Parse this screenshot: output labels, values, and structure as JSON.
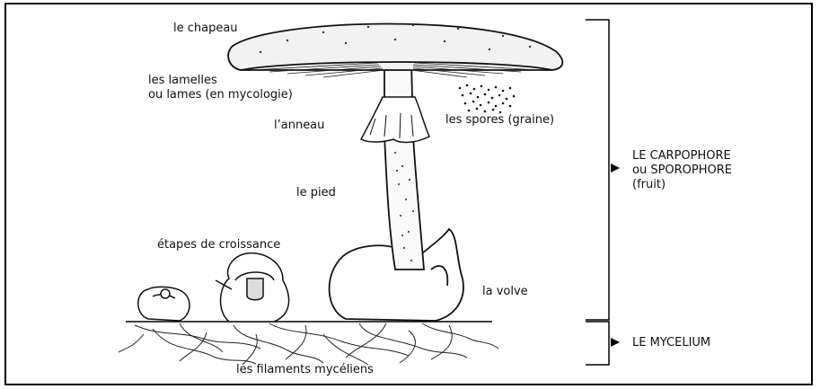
{
  "labels": {
    "chapeau": "le chapeau",
    "lamelles_line1": "les lamelles",
    "lamelles_line2": "ou lames (en mycologie)",
    "anneau": "l’anneau",
    "spores": "les spores (graine)",
    "pied": "le pied",
    "croissance": "étapes de croissance",
    "volve": "la volve",
    "filaments": "les filaments mycéliens",
    "carpophore_line1": "LE CARPOPHORE",
    "carpophore_line2": "ou SPOROPHORE",
    "carpophore_line3": "(fruit)",
    "mycelium": "LE MYCELIUM"
  },
  "colors": {
    "ink": "#111111",
    "frame": "#000000",
    "background": "#ffffff"
  }
}
